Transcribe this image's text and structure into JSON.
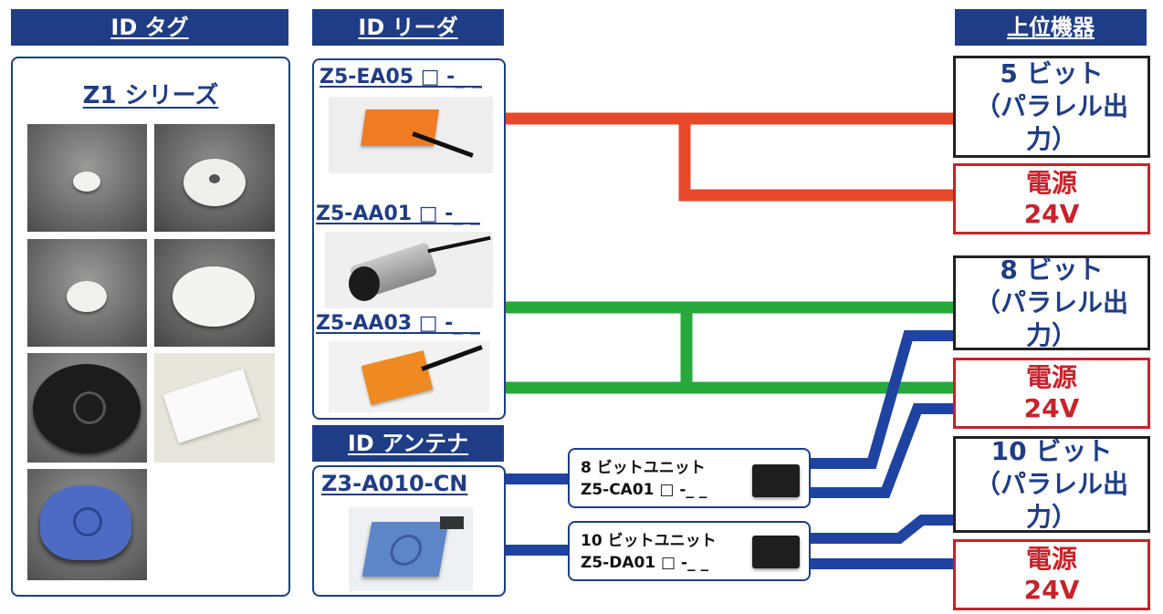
{
  "headers": {
    "tag": "ID タグ",
    "reader": "ID リーダ",
    "antenna": "ID アンテナ",
    "host": "上位機器"
  },
  "tags": {
    "series": "Z1 シリーズ",
    "photos": [
      "small-white-tag",
      "white-ring-tag",
      "small-white-tag-2",
      "white-disc-tag",
      "black-round-tag",
      "white-card-tag",
      "blue-tag"
    ]
  },
  "readers": [
    {
      "model": "Z5-EA05 □ -_ _"
    },
    {
      "model": "Z5-AA01 □ -_ _"
    },
    {
      "model": "Z5-AA03 □ -_ _"
    }
  ],
  "antenna": {
    "model": "Z3-A010-CN"
  },
  "units": [
    {
      "line1": "8 ビットユニット",
      "line2": "Z5-CA01 □ -_ _"
    },
    {
      "line1": "10 ビットユニット",
      "line2": "Z5-DA01 □ -_ _"
    }
  ],
  "outputs": [
    {
      "line1": "5 ビット",
      "line2": "（パラレル出力）"
    },
    {
      "line1": "8 ビット",
      "line2": "（パラレル出力）"
    },
    {
      "line1": "10 ビット",
      "line2": "（パラレル出力）"
    }
  ],
  "power": [
    {
      "line1": "電源",
      "line2": "24V"
    },
    {
      "line1": "電源",
      "line2": "24V"
    },
    {
      "line1": "電源",
      "line2": "24V"
    }
  ],
  "colors": {
    "navy": "#1f3d86",
    "red_wire": "#e8482a",
    "green_wire": "#27a83a",
    "blue_wire": "#1e43a0",
    "power_red": "#c8222a"
  }
}
